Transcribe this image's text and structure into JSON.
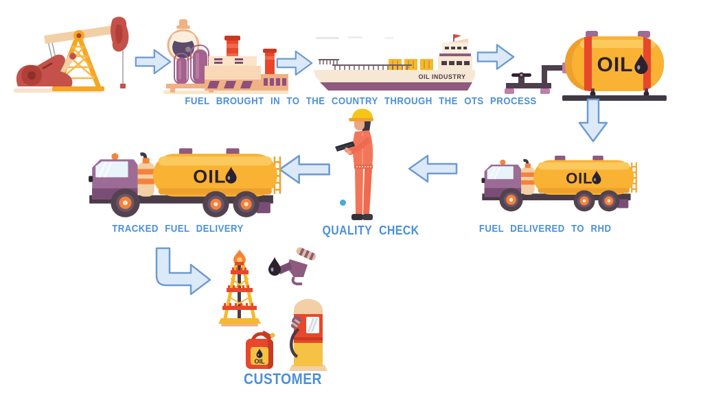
{
  "captions": {
    "ots_process": "FUEL BROUGHT IN TO THE COUNTRY THROUGH THE OTS PROCESS",
    "fuel_delivered_rhd": "FUEL DELIVERED TO RHD",
    "quality_check": "QUALITY CHECK",
    "tracked_fuel_delivery": "TRACKED FUEL DELIVERY",
    "customer": "CUSTOMER"
  },
  "labels": {
    "oil": "OIL",
    "ship_hull": "OIL INDUSTRY"
  },
  "colors": {
    "caption_blue": "#4a90d8",
    "arrow_fill": "#dce9f9",
    "arrow_stroke": "#6b9bd2",
    "tank_yellow": "#f9b233",
    "accent_red": "#e8472b",
    "purple": "#9c6b96",
    "chassis_dark": "#4a3b47",
    "worker_coral": "#f2765a"
  },
  "flow_steps": [
    "oil-extraction-pump-jack",
    "refinery",
    "import-ship-ots-process",
    "oil-storage-tank",
    "fuel-truck-to-rhd",
    "quality-check-inspector",
    "tracked-fuel-delivery-truck",
    "customer"
  ]
}
